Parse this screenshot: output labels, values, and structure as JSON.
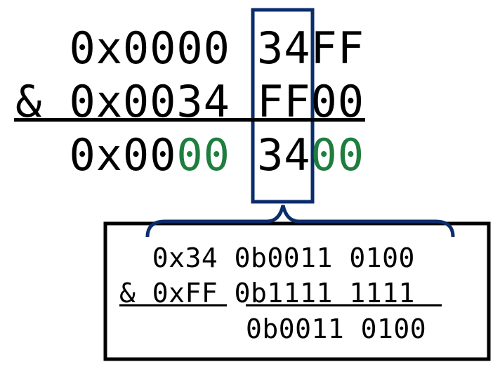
{
  "main_operation": {
    "row1": {
      "prefix": "  0x0000 ",
      "highlight": "34",
      "suffix": "FF"
    },
    "row2": {
      "operator": "& ",
      "prefix": "0x0034 ",
      "highlight": "FF",
      "suffix": "00"
    },
    "result": {
      "prefix_black": "  0x00",
      "prefix_green": "00",
      "space": " ",
      "highlight": "34",
      "suffix_green": "00"
    }
  },
  "detail_box": {
    "row1": {
      "hex": "  0x34",
      "bin": "0b0011 0100"
    },
    "row2": {
      "hex": "& 0xFF",
      "bin": "0b1111 1111"
    },
    "row3": {
      "hex": "",
      "bin": "0b0011 0100"
    }
  },
  "colors": {
    "highlight_box": "#0c2d6b",
    "masked_zeros": "#1f7d3e",
    "text": "#000000"
  }
}
